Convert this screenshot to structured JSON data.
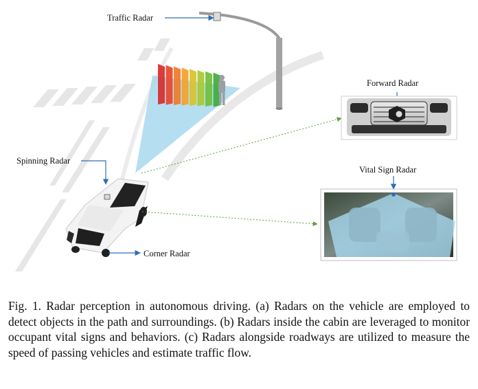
{
  "labels": {
    "traffic_radar": "Traffic  Radar",
    "spinning_radar": "Spinning Radar",
    "corner_radar": "Corner Radar",
    "forward_radar": "Forward  Radar",
    "vital_sign_radar": "Vital Sign Radar"
  },
  "caption": "Fig. 1.  Radar perception in autonomous driving. (a) Radars on the vehicle are employed to detect objects in the path and surroundings. (b) Radars inside the cabin are leveraged to monitor occupant vital signs and behaviors. (c) Radars alongside roadways are utilized to measure the speed of passing vehicles and estimate traffic flow.",
  "colors": {
    "annotation_line": "#2f6db3",
    "detection_link": "#5a9e3a",
    "sensing_beam": "#a8d8ef",
    "slices": [
      "#d92b2b",
      "#e8452a",
      "#f07a2a",
      "#f3a12b",
      "#d8c22c",
      "#a9c832",
      "#6fbf3a",
      "#3faa3c"
    ]
  }
}
